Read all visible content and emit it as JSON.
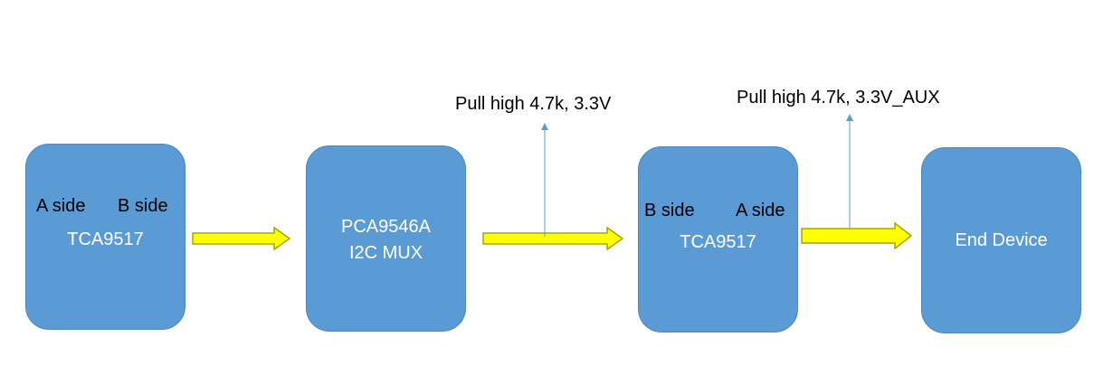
{
  "blocks": [
    {
      "name": "tca9517-left",
      "labels": {
        "a_side": "A side",
        "b_side": "B side",
        "part": "TCA9517"
      }
    },
    {
      "name": "pca9546a-mux",
      "labels": {
        "line1": "PCA9546A",
        "line2": "I2C MUX"
      }
    },
    {
      "name": "tca9517-right",
      "labels": {
        "b_side": "B side",
        "a_side": "A side",
        "part": "TCA9517"
      }
    },
    {
      "name": "end-device",
      "labels": {
        "line1": "End Device"
      }
    }
  ],
  "notes": {
    "pullup_1": "Pull high 4.7k, 3.3V",
    "pullup_2": "Pull high 4.7k, 3.3V_AUX"
  },
  "colors": {
    "block_fill": "#5b9bd5",
    "arrow_fill": "#ffff00",
    "arrow_stroke": "#a6a600",
    "pullup_line": "#5b9bd5"
  }
}
